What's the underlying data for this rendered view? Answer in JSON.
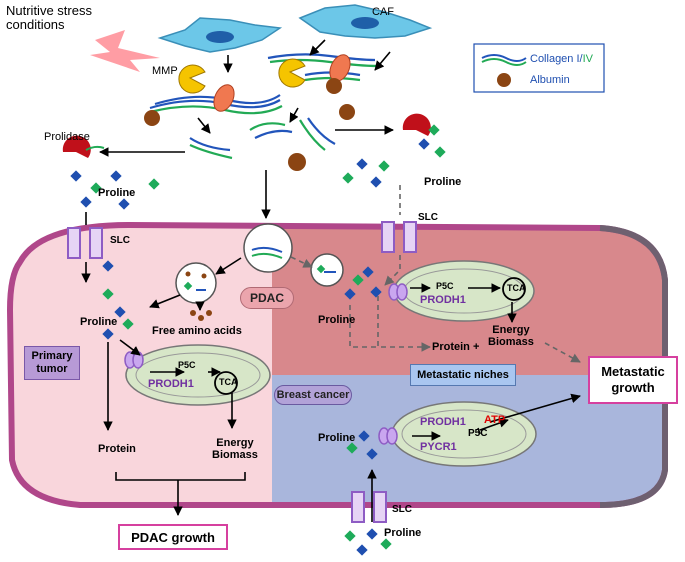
{
  "labels": {
    "nutritive_stress": "Nutritive stress\nconditions",
    "caf": "CAF",
    "mmp": "MMP",
    "prolidase": "Prolidase",
    "proline_left_top": "Proline",
    "proline_right_top": "Proline",
    "slc_left": "SLC",
    "slc_right": "SLC",
    "slc_bottom": "SLC",
    "pdac": "PDAC",
    "free_amino_acids": "Free amino acids",
    "proline_pdac": "Proline",
    "proline_meta": "Proline",
    "proline_breast": "Proline",
    "proline_bottom": "Proline",
    "primary_tumor": "Primary\ntumor",
    "p5c_pdac": "P5C",
    "prodh1_pdac": "PRODH1",
    "tca_pdac": "TCA",
    "protein_pdac": "Protein",
    "energy_pdac": "Energy\nBiomass",
    "pdac_growth": "PDAC growth",
    "p5c_meta": "P5C",
    "prodh1_meta": "PRODH1",
    "tca_meta": "TCA",
    "energy_meta": "Energy\nBiomass",
    "protein_plus": "Protein +",
    "metastatic_niches": "Metastatic niches",
    "metastatic_growth": "Metastatic\ngrowth",
    "breast_cancer": "Breast cancer",
    "prodh1_breast": "PRODH1",
    "atp": "ATP",
    "p5c_breast": "P5C",
    "pycr1": "PYCR1"
  },
  "legend": {
    "collagen_prefix": "Collagen ",
    "collagen_i": "I",
    "collagen_sep": "/",
    "collagen_iv": "IV",
    "albumin": "Albumin"
  },
  "colors": {
    "pdac_bg": "#f9d6dc",
    "meta_bg": "#d8888c",
    "breast_bg": "#a9b6dc",
    "cell_border": "#b0478a",
    "proline_blue": "#1f4fb0",
    "proline_green": "#1eab5a",
    "collagen_blue": "#2255bb",
    "collagen_green": "#22aa55",
    "albumin": "#8b4513",
    "transporter": "#8e5cc4",
    "mito_fill": "#d7e6c8",
    "growth_box_border": "#d6409f",
    "caf_fill": "#6cc7e8",
    "prolidase": "#c0101a",
    "mmp_yellow": "#f5c400",
    "mmp_orange": "#f07850"
  }
}
